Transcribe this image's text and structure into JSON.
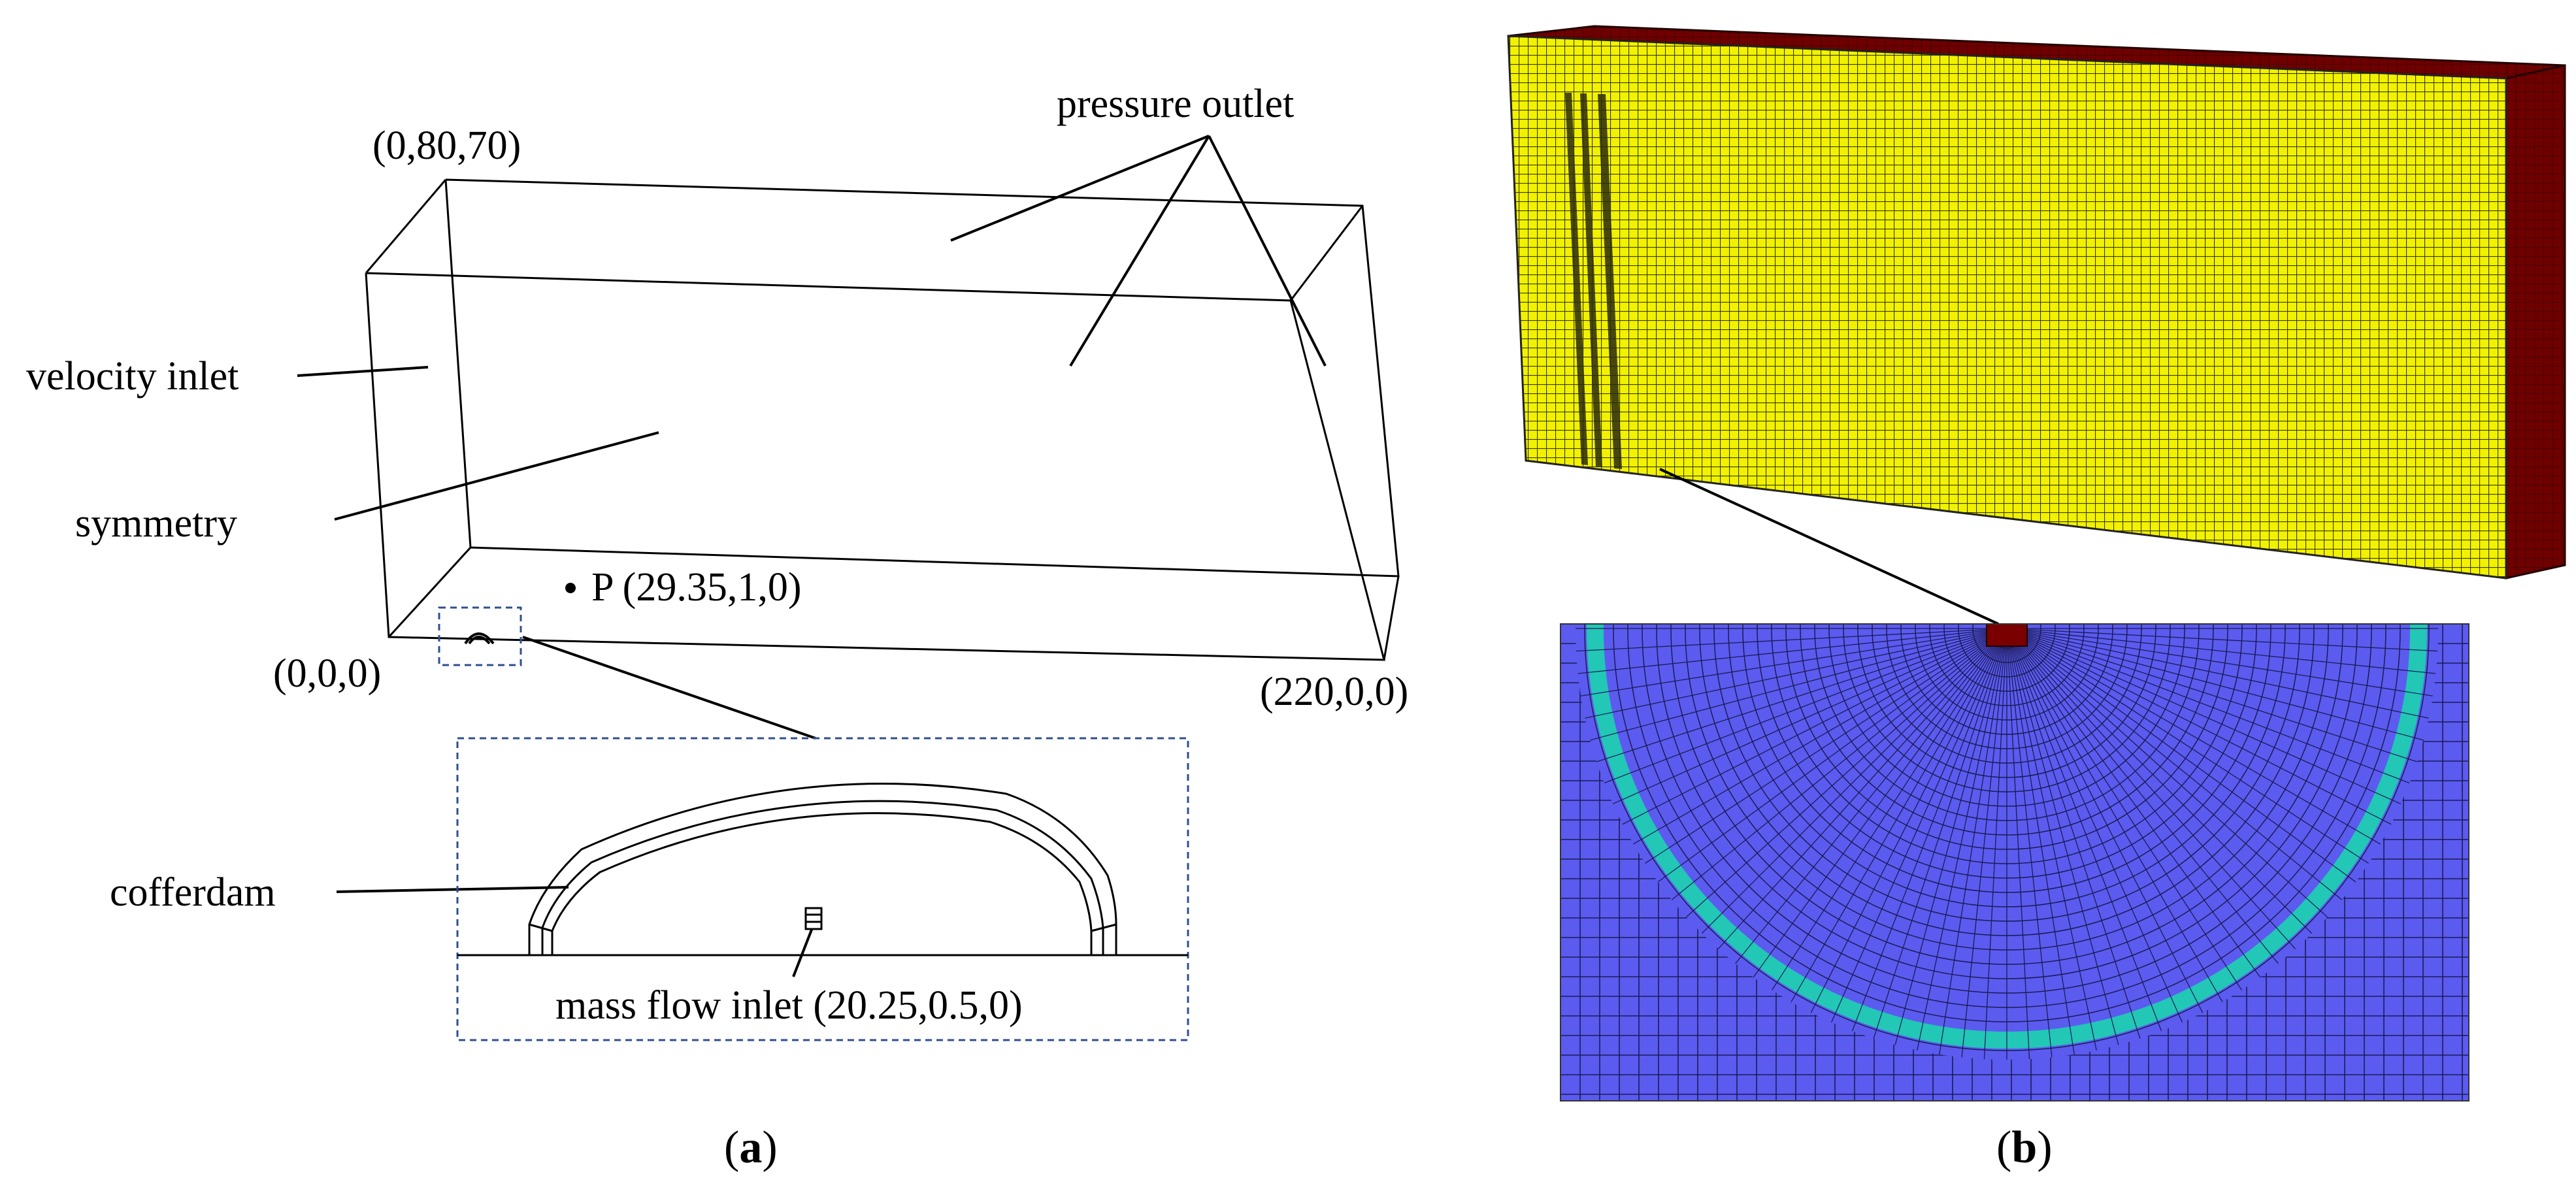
{
  "panel_a": {
    "labels": {
      "coord_top": "(0,80,70)",
      "coord_origin": "(0,0,0)",
      "coord_far": "(220,0,0)",
      "pressure_outlet": "pressure outlet",
      "velocity_inlet": "velocity inlet",
      "symmetry": "symmetry",
      "point_p": "P (29.35,1,0)",
      "cofferdam": "cofferdam",
      "mass_flow_inlet": "mass flow inlet (20.25,0.5,0)"
    },
    "caption_letter": "a"
  },
  "panel_b": {
    "caption_letter": "b"
  },
  "colors": {
    "line": "#000000",
    "dashed_box": "#2f4f8f",
    "mesh_face_yellow": "#f2f200",
    "mesh_face_red": "#6e0000",
    "mesh_detail_blue": "#5b5bf0",
    "mesh_ring_cyan": "#22c7b6",
    "mesh_line_dark": "#1b1b55"
  }
}
